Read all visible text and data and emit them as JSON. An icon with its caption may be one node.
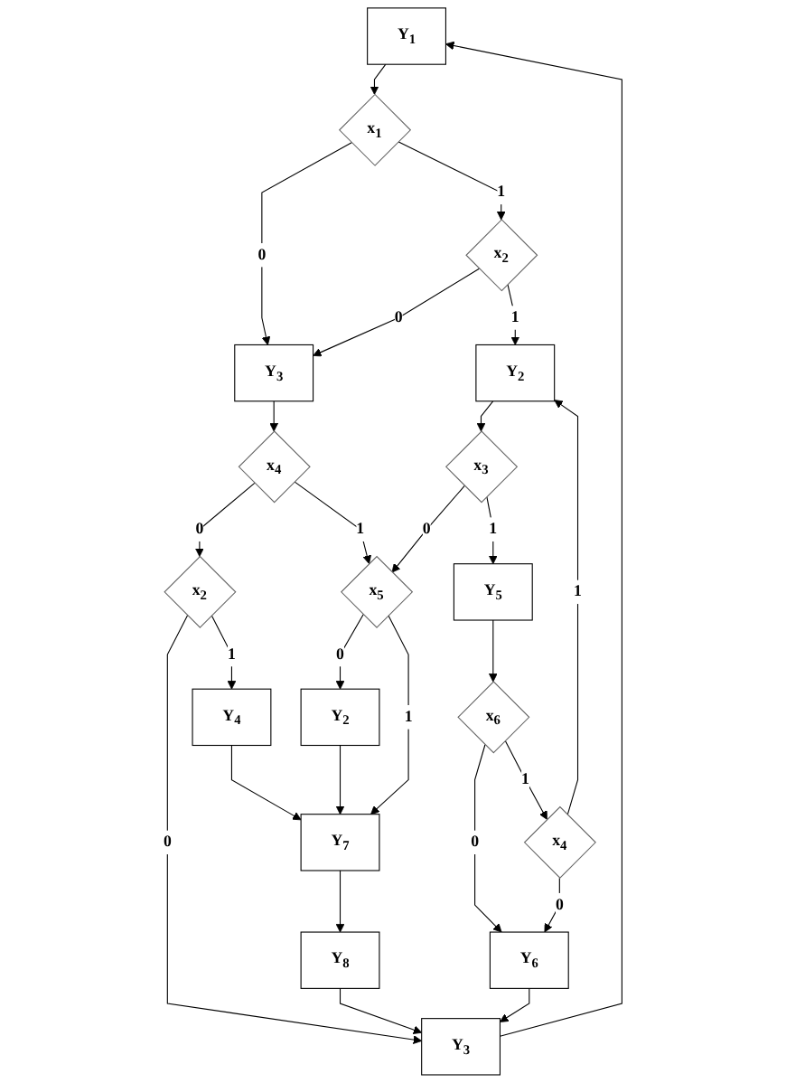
{
  "diagram": {
    "nodes": [
      {
        "text": [
          "Y$_{1}$"
        ]
      },
      {
        "text": [
          "x$_{1}$"
        ]
      },
      {
        "text": [
          "x$_{2}$"
        ]
      },
      {
        "text": [
          "Y$_{3}$"
        ]
      },
      {
        "text": [
          "Y$_{2}$"
        ]
      },
      {
        "text": [
          "x$_{4}$"
        ]
      },
      {
        "text": [
          "x$_{3}$"
        ]
      },
      {
        "text": [
          "x$_{2}$"
        ]
      },
      {
        "text": [
          "x$_{5}$"
        ]
      },
      {
        "text": [
          "Y$_{5}$"
        ]
      },
      {
        "text": [
          "Y$_{4}$"
        ]
      },
      {
        "text": [
          "Y$_{2}$"
        ]
      },
      {
        "text": [
          "x$_{6}$"
        ]
      },
      {
        "text": [
          "Y$_{7}$"
        ]
      },
      {
        "text": [
          "x$_{4}$"
        ]
      },
      {
        "text": [
          "Y$_{8}$"
        ]
      },
      {
        "text": [
          "Y$_{3}$"
        ]
      },
      {
        "text": [
          "Y$_{6}$"
        ]
      }
    ],
    "edges": [
      {
        "from": 16,
        "to": 0,
        "arrow": "to"
      },
      {
        "from": 0,
        "to": 1,
        "arrow": "to"
      },
      {
        "from": 1,
        "to": 3,
        "label": "0",
        "arrow": "to"
      },
      {
        "from": 1,
        "to": 2,
        "label": "1",
        "arrow": "to"
      },
      {
        "from": 2,
        "to": 3,
        "label": "0",
        "arrow": "to"
      },
      {
        "from": 2,
        "to": 4,
        "label": "1",
        "arrow": "to"
      },
      {
        "from": 3,
        "to": 5,
        "arrow": "to"
      },
      {
        "from": 4,
        "to": 6,
        "arrow": "to"
      },
      {
        "from": 5,
        "to": 7,
        "label": "0",
        "arrow": "to"
      },
      {
        "from": 5,
        "to": 8,
        "label": "1",
        "arrow": "to"
      },
      {
        "from": 6,
        "to": 8,
        "label": "0",
        "arrow": "to"
      },
      {
        "from": 6,
        "to": 9,
        "label": "1",
        "arrow": "to"
      },
      {
        "from": 7,
        "to": 16,
        "label": "0",
        "arrow": "to"
      },
      {
        "from": 7,
        "to": 10,
        "label": "1",
        "arrow": "to"
      },
      {
        "from": 8,
        "to": 11,
        "label": "0",
        "arrow": "to"
      },
      {
        "from": 8,
        "to": 13,
        "label": "1",
        "arrow": "to"
      },
      {
        "from": 10,
        "to": 13,
        "arrow": "to"
      },
      {
        "from": 11,
        "to": 13,
        "arrow": "to"
      },
      {
        "from": 13,
        "to": 15,
        "arrow": "to"
      },
      {
        "from": 15,
        "to": 16,
        "arrow": "to"
      },
      {
        "from": 9,
        "to": 12,
        "arrow": "to"
      },
      {
        "from": 12,
        "to": 17,
        "label": "0",
        "arrow": "to"
      },
      {
        "from": 12,
        "to": 14,
        "label": "1",
        "arrow": "to"
      },
      {
        "from": 14,
        "to": 17,
        "label": "0",
        "arrow": "to"
      },
      {
        "from": 14,
        "to": 4,
        "label": "1",
        "arrow": "to"
      },
      {
        "from": 17,
        "to": 16,
        "arrow": "to"
      }
    ]
  }
}
